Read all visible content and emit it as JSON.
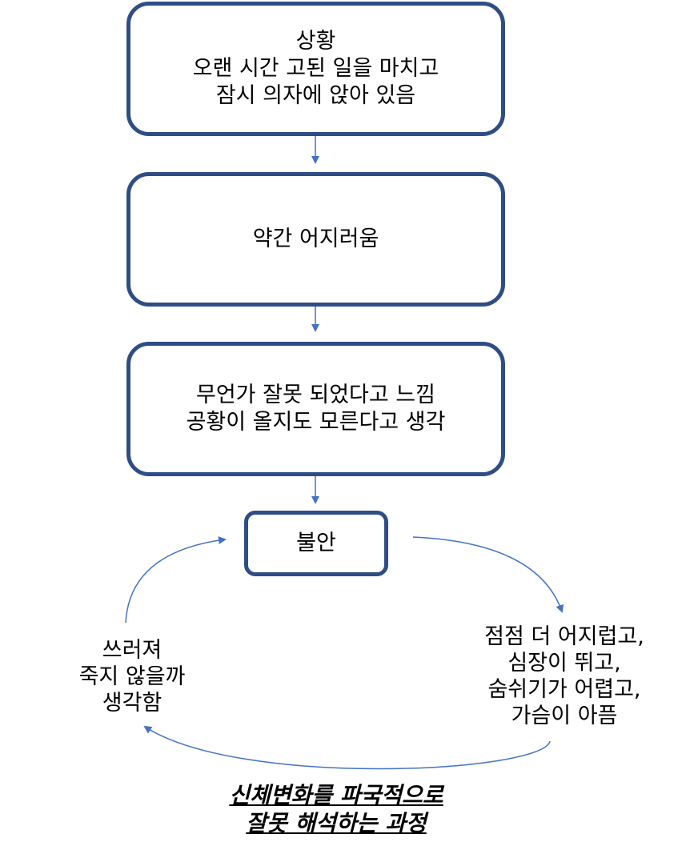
{
  "colors": {
    "box_border": "#2F4D85",
    "arrow": "#4472C4",
    "text": "#000000",
    "background": "#FFFFFF"
  },
  "boxes": {
    "situation": {
      "line1": "상황",
      "line2": "오랜 시간 고된 일을 마치고",
      "line3": "잠시 의자에 앉아 있음"
    },
    "dizziness": {
      "line1": "약간 어지러움"
    },
    "something_wrong": {
      "line1": "무언가 잘못 되었다고 느낌",
      "line2": "공황이 올지도 모른다고 생각"
    },
    "anxiety": {
      "line1": "불안"
    }
  },
  "cycle_labels": {
    "bodily_symptoms": {
      "line1": "점점 더 어지럽고,",
      "line2": "심장이 뛰고,",
      "line3": "숨쉬기가 어렵고,",
      "line4": "가슴이 아픔"
    },
    "catastrophic_thought": {
      "line1": "쓰러져",
      "line2": "죽지 않을까",
      "line3": "생각함"
    }
  },
  "caption": {
    "line1": "신체변화를 파국적으로",
    "line2": "잘못 해석하는 과정"
  }
}
